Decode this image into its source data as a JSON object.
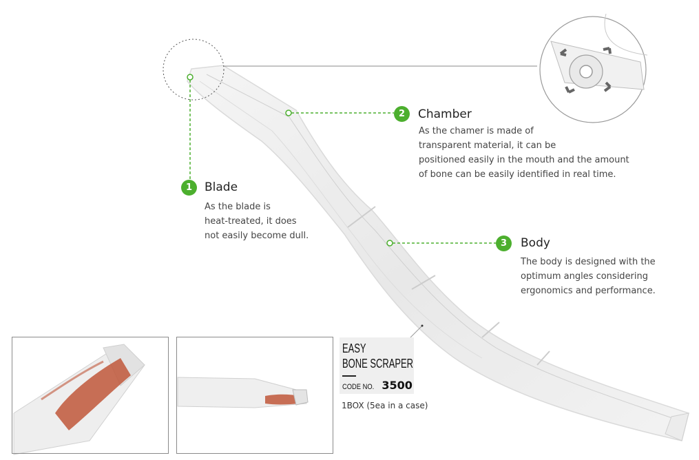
{
  "features": [
    {
      "number": "1",
      "title": "Blade",
      "lines": [
        "As the blade is",
        "heat-treated, it does",
        "not easily become dull."
      ]
    },
    {
      "number": "2",
      "title": "Chamber",
      "lines": [
        "As the chamer is made of",
        "transparent material, it can be",
        "positioned easily in the mouth and the amount",
        "of bone can be easily identified in real time."
      ]
    },
    {
      "number": "3",
      "title": "Body",
      "lines": [
        "The body is designed with the",
        "optimum angles considering",
        "ergonomics and performance."
      ]
    }
  ],
  "product": {
    "name_line1": "EASY",
    "name_line2": "BONE SCRAPER",
    "code_label": "CODE NO.",
    "code_value": "3500",
    "package": "1BOX (5ea in a case)"
  },
  "colors": {
    "accent": "#4caf2e",
    "bone": "#c0573a"
  }
}
